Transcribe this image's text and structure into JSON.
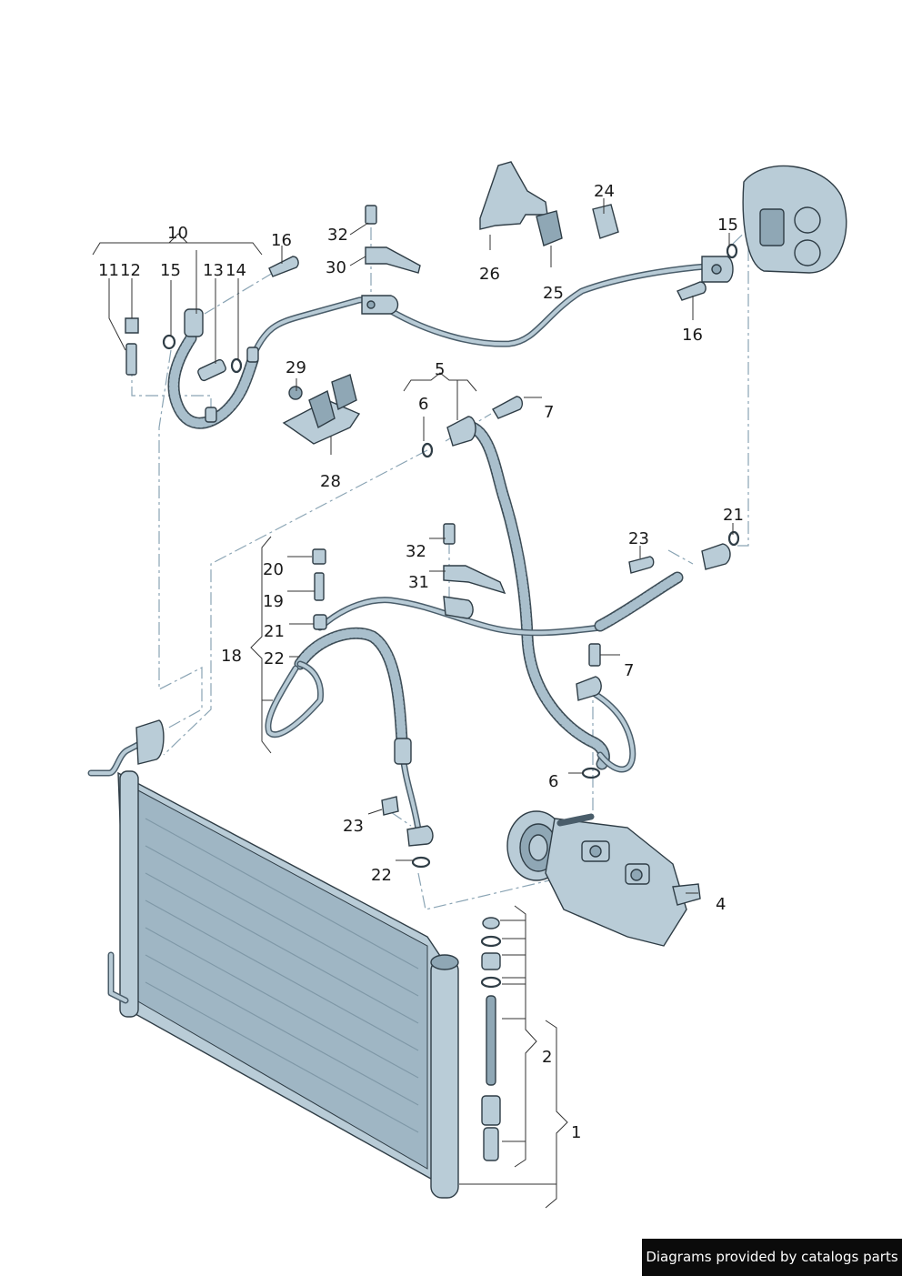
{
  "labels": {
    "l1": "1",
    "l2": "2",
    "l4": "4",
    "l5": "5",
    "l6a": "6",
    "l6b": "6",
    "l7a": "7",
    "l7b": "7",
    "l10": "10",
    "l11": "11",
    "l12": "12",
    "l13": "13",
    "l14": "14",
    "l15a": "15",
    "l15b": "15",
    "l16a": "16",
    "l16b": "16",
    "l18": "18",
    "l19": "19",
    "l20": "20",
    "l21a": "21",
    "l21b": "21",
    "l22a": "22",
    "l22b": "22",
    "l23a": "23",
    "l23b": "23",
    "l24": "24",
    "l25": "25",
    "l26": "26",
    "l28": "28",
    "l29": "29",
    "l30": "30",
    "l31": "31",
    "l32a": "32",
    "l32b": "32"
  },
  "footer": {
    "text": "Diagrams provided by catalogs parts"
  }
}
